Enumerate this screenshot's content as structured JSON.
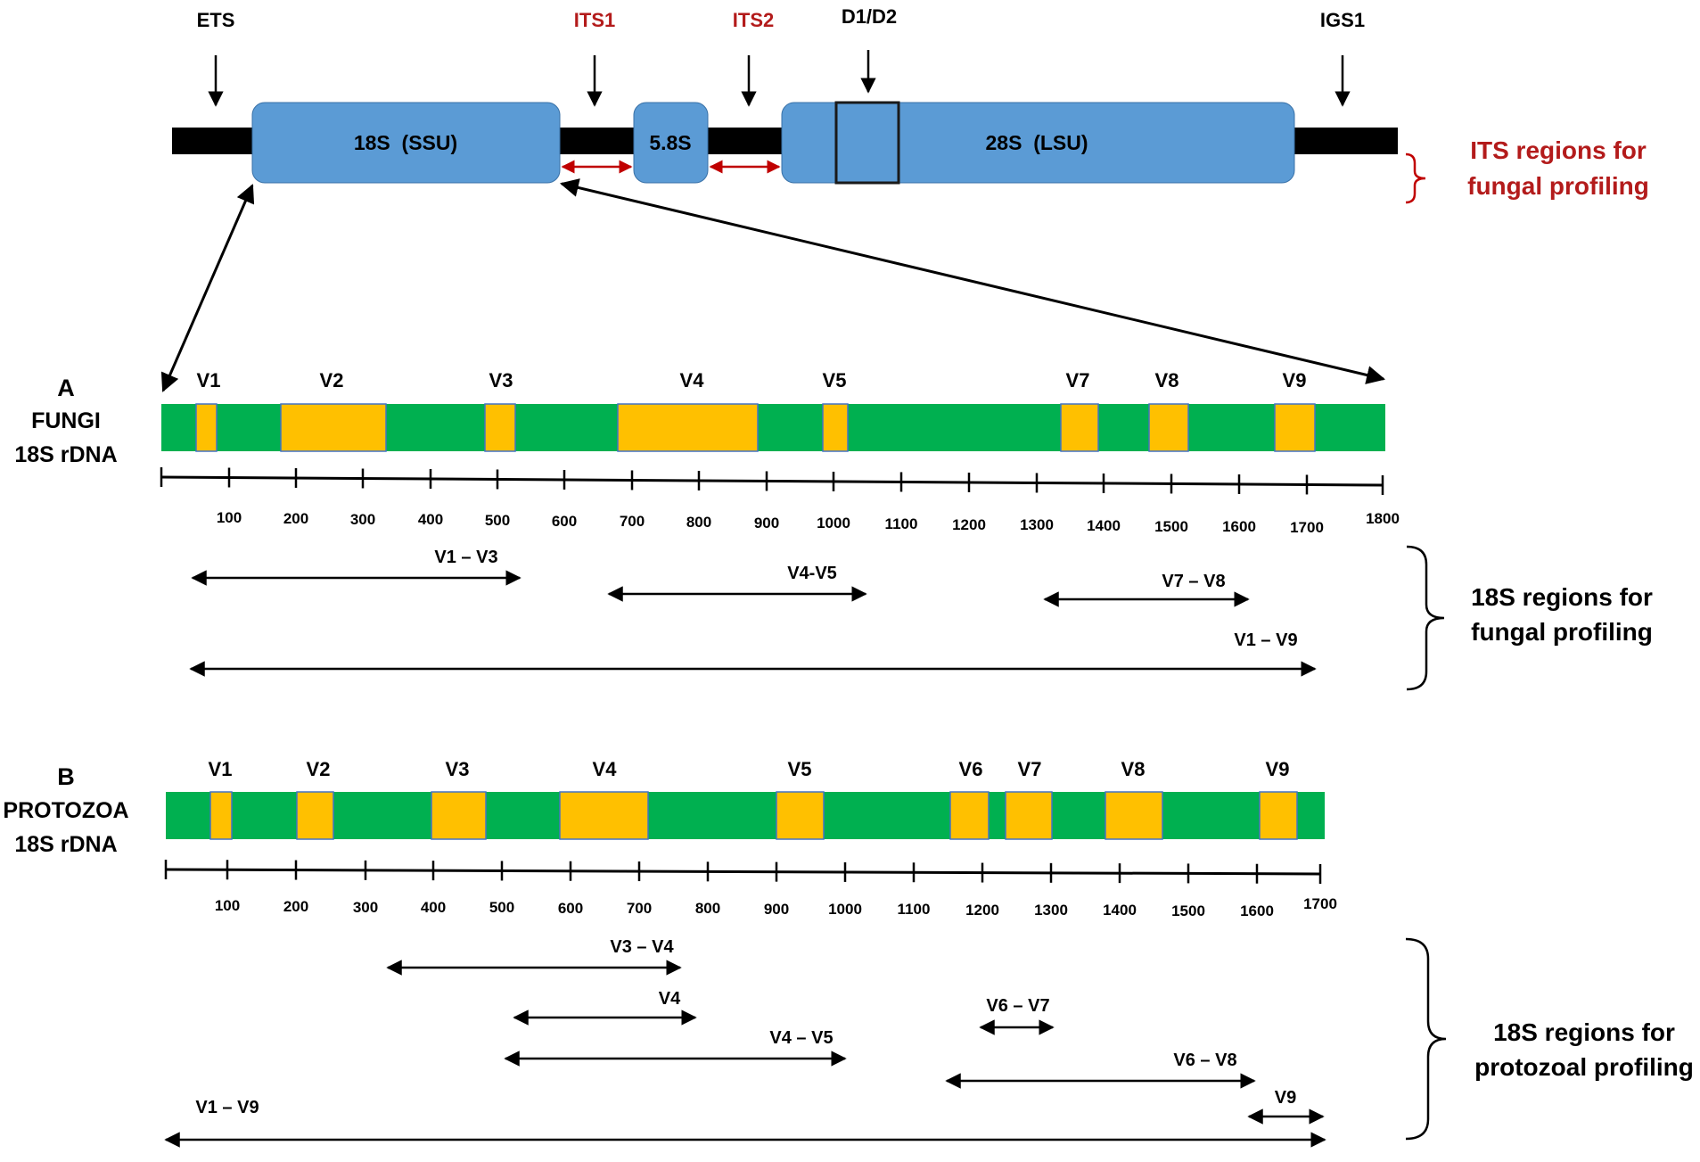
{
  "operon": {
    "markers": [
      {
        "label": "ETS",
        "color": "black"
      },
      {
        "label": "ITS1",
        "color": "red"
      },
      {
        "label": "ITS2",
        "color": "red"
      },
      {
        "label": "D1/D2",
        "color": "black"
      },
      {
        "label": "IGS1",
        "color": "black"
      }
    ],
    "blocks": [
      {
        "label": "18S  (SSU)"
      },
      {
        "label": "5.8S"
      },
      {
        "label": "28S  (LSU)"
      }
    ],
    "its_note": [
      "ITS regions for",
      "fungal profiling"
    ]
  },
  "fungi": {
    "letter": "A",
    "title_lines": [
      "FUNGI",
      "18S rDNA"
    ],
    "regions": [
      "V1",
      "V2",
      "V3",
      "V4",
      "V5",
      "V7",
      "V8",
      "V9"
    ],
    "ticks": [
      "100",
      "200",
      "300",
      "400",
      "500",
      "600",
      "700",
      "800",
      "900",
      "1000",
      "1100",
      "1200",
      "1300",
      "1400",
      "1500",
      "1600",
      "1700",
      "1800"
    ],
    "amplicons": [
      "V1 – V3",
      "V4-V5",
      "V7 – V8",
      "V1 – V9"
    ],
    "note": [
      "18S regions for",
      "fungal profiling"
    ]
  },
  "protozoa": {
    "letter": "B",
    "title_lines": [
      "PROTOZOA",
      "18S rDNA"
    ],
    "regions": [
      "V1",
      "V2",
      "V3",
      "V4",
      "V5",
      "V6",
      "V7",
      "V8",
      "V9"
    ],
    "ticks": [
      "100",
      "200",
      "300",
      "400",
      "500",
      "600",
      "700",
      "800",
      "900",
      "1000",
      "1100",
      "1200",
      "1300",
      "1400",
      "1500",
      "1600",
      "1700"
    ],
    "amplicons": [
      "V3 – V4",
      "V4",
      "V4 – V5",
      "V6 – V7",
      "V6 – V8",
      "V9",
      "V1 – V9"
    ],
    "note": [
      "18S regions for",
      "protozoal profiling"
    ]
  },
  "colors": {
    "block_blue": "#5b9bd5",
    "strand_green": "#00b050",
    "region_yellow": "#ffc000",
    "its_red": "#c00000"
  }
}
